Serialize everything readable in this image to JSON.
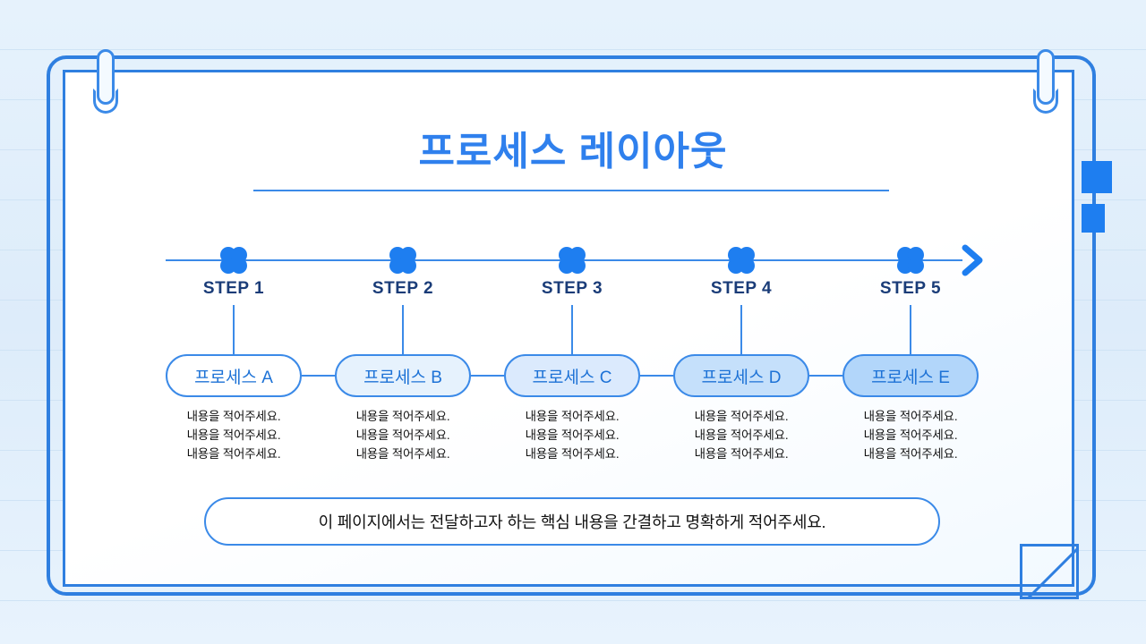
{
  "slide": {
    "title": "프로세스 레이아웃",
    "callout": "이 페이지에서는 전달하고자 하는 핵심 내용을 간결하고 명확하게 적어주세요.",
    "body_line": "내용을 적어주세요."
  },
  "colors": {
    "accent": "#2f80ed",
    "frame": "#2f7fe0",
    "marker": "#1e7ef0",
    "step_label": "#1a3c78",
    "pill_text": "#1d72d6",
    "background": "#e3f0fb",
    "rule_line": "#cfe3f5"
  },
  "steps": [
    {
      "label": "STEP 1",
      "process": "프로세스 A",
      "fill": "#ffffff",
      "lines": [
        "내용을 적어주세요.",
        "내용을 적어주세요.",
        "내용을 적어주세요."
      ]
    },
    {
      "label": "STEP 2",
      "process": "프로세스 B",
      "fill": "#e6f2fd",
      "lines": [
        "내용을 적어주세요.",
        "내용을 적어주세요.",
        "내용을 적어주세요."
      ]
    },
    {
      "label": "STEP 3",
      "process": "프로세스 C",
      "fill": "#dbeafd",
      "lines": [
        "내용을 적어주세요.",
        "내용을 적어주세요.",
        "내용을 적어주세요."
      ]
    },
    {
      "label": "STEP 4",
      "process": "프로세스 D",
      "fill": "#c5e0fb",
      "lines": [
        "내용을 적어주세요.",
        "내용을 적어주세요.",
        "내용을 적어주세요."
      ]
    },
    {
      "label": "STEP 5",
      "process": "프로세스 E",
      "fill": "#b2d6fa",
      "lines": [
        "내용을 적어주세요.",
        "내용을 적어주세요.",
        "내용을 적어주세요."
      ]
    }
  ],
  "decorations": {
    "pin_left": "paperclip-icon",
    "pin_right": "paperclip-icon",
    "arrow": "arrow-right-icon",
    "marker": "quatrefoil-marker-icon",
    "fold_corner": "folded-corner-icon",
    "edge_tab_top": "edge-tab",
    "edge_tab_bottom": "edge-tab"
  }
}
